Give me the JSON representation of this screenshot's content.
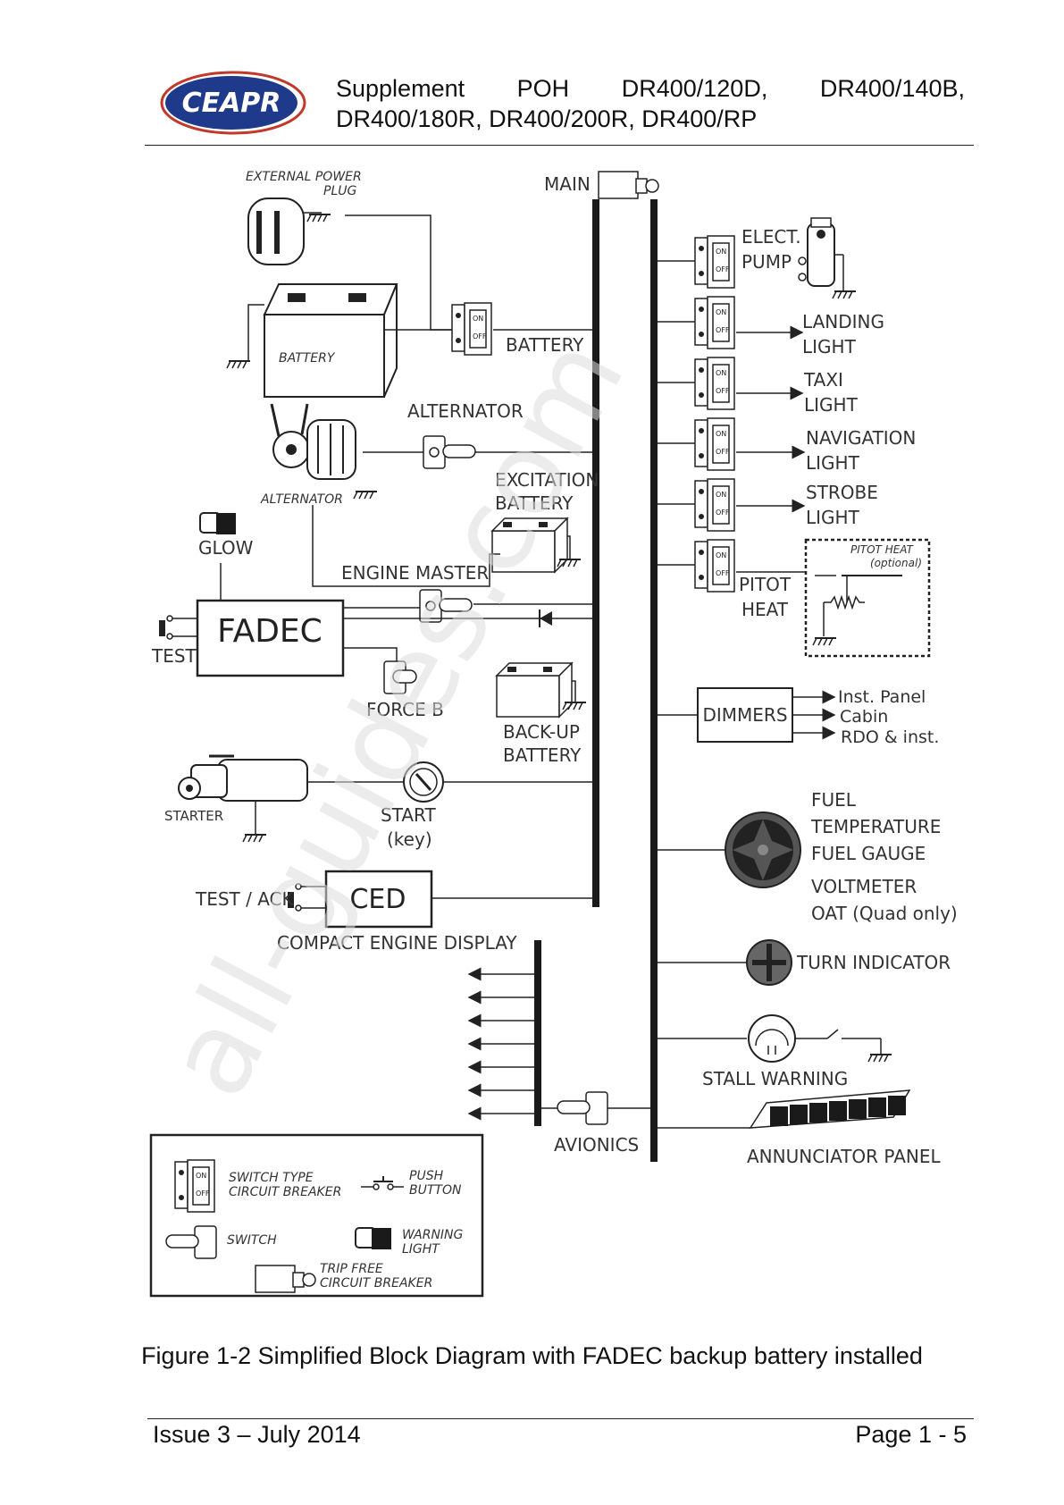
{
  "header": {
    "logo_text": "CEAPR",
    "title_line1_parts": [
      "Supplement",
      "POH",
      "DR400/120D,",
      "DR400/140B,"
    ],
    "title_line2": "DR400/180R, DR400/200R, DR400/RP"
  },
  "diagram": {
    "external_power_plug": "EXTERNAL POWER\nPLUG",
    "main": "MAIN",
    "battery_component": "BATTERY",
    "battery_switch": "BATTERY",
    "alternator_component": "ALTERNATOR",
    "alternator_switch": "ALTERNATOR",
    "excitation_battery": "EXCITATION\nBATTERY",
    "glow": "GLOW",
    "engine_master": "ENGINE MASTER",
    "fadec": "FADEC",
    "test": "TEST",
    "force_b": "FORCE B",
    "backup_battery": "BACK-UP\nBATTERY",
    "starter": "STARTER",
    "start_key": "START\n(key)",
    "test_ack": "TEST / ACK",
    "ced": "CED",
    "compact_engine_display": "COMPACT ENGINE DISPLAY",
    "avionics": "AVIONICS",
    "elect_pump": "ELECT.\nPUMP",
    "landing_light": "LANDING\nLIGHT",
    "taxi_light": "TAXI\nLIGHT",
    "navigation_light": "NAVIGATION\nLIGHT",
    "strobe_light": "STROBE\nLIGHT",
    "pitot_heat": "PITOT\nHEAT",
    "pitot_heat_optional": "PITOT HEAT\n(optional)",
    "dimmers": "DIMMERS",
    "dimmer_outputs": [
      "Inst. Panel",
      "Cabin",
      "RDO & inst."
    ],
    "gauge_labels": [
      "FUEL",
      "TEMPERATURE",
      "FUEL GAUGE",
      "VOLTMETER",
      "OAT (Quad only)"
    ],
    "turn_indicator": "TURN INDICATOR",
    "stall_warning": "STALL WARNING",
    "annunciator_panel": "ANNUNCIATOR PANEL",
    "switch_on": "ON",
    "switch_off": "OFF"
  },
  "legend": {
    "switch_type_cb": "SWITCH TYPE\nCIRCUIT BREAKER",
    "push_button": "PUSH\nBUTTON",
    "switch": "SWITCH",
    "warning_light": "WARNING\nLIGHT",
    "trip_free_cb": "TRIP FREE\nCIRCUIT BREAKER"
  },
  "caption": "Figure 1-2 Simplified Block Diagram with FADEC backup battery installed",
  "footer": {
    "issue": "Issue 3 – July 2014",
    "page": "Page 1 - 5"
  },
  "watermark": "all-guides.com",
  "colors": {
    "logo_blue": "#1f3a8a",
    "logo_ring": "#c0392b",
    "line": "#222222",
    "bus": "#1a1a1a",
    "watermark": "#dcdcdc"
  }
}
